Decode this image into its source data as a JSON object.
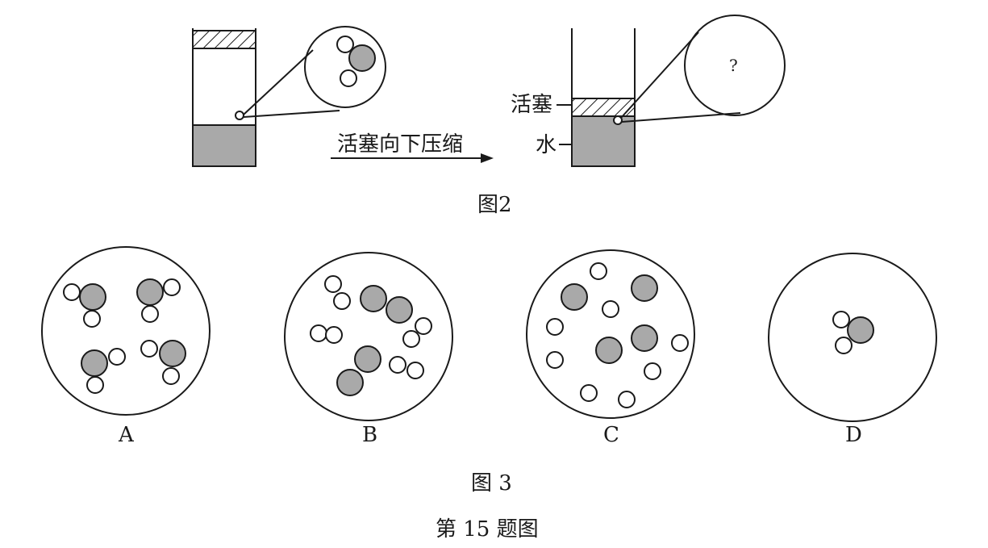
{
  "figure2": {
    "arrow_label": "活塞向下压缩",
    "piston_label": "活塞",
    "water_label": "水",
    "unknown_mark": "?",
    "caption": "图2"
  },
  "figure3": {
    "options": [
      {
        "label": "A"
      },
      {
        "label": "B"
      },
      {
        "label": "C"
      },
      {
        "label": "D"
      }
    ],
    "caption": "图 3"
  },
  "figure_title": "第 15 题图",
  "colors": {
    "oxygen_fill": "#a9a9a9",
    "hydrogen_fill": "#ffffff",
    "water_fill": "#a9a9a9",
    "stroke": "#1a1a1a"
  }
}
